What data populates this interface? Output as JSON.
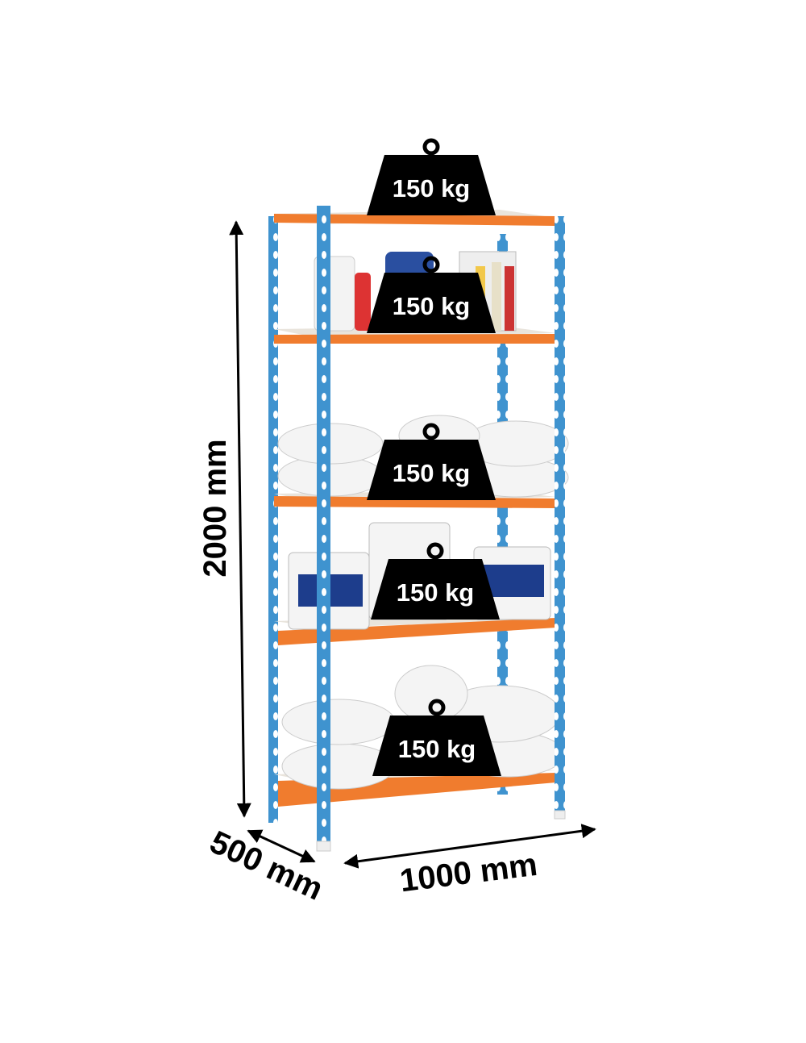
{
  "product": {
    "colors": {
      "upright": "#3f93cf",
      "shelf": "#f07c2e",
      "shelf_board": "#e9e4dc",
      "weight": "#000000"
    },
    "weights": [
      {
        "label": "150 kg",
        "icon": "weight-icon"
      },
      {
        "label": "150 kg",
        "icon": "weight-icon"
      },
      {
        "label": "150 kg",
        "icon": "weight-icon"
      },
      {
        "label": "150 kg",
        "icon": "weight-icon"
      },
      {
        "label": "150 kg",
        "icon": "weight-icon"
      }
    ],
    "dimensions": {
      "height": "2000 mm",
      "depth": "500 mm",
      "width": "1000 mm"
    }
  }
}
